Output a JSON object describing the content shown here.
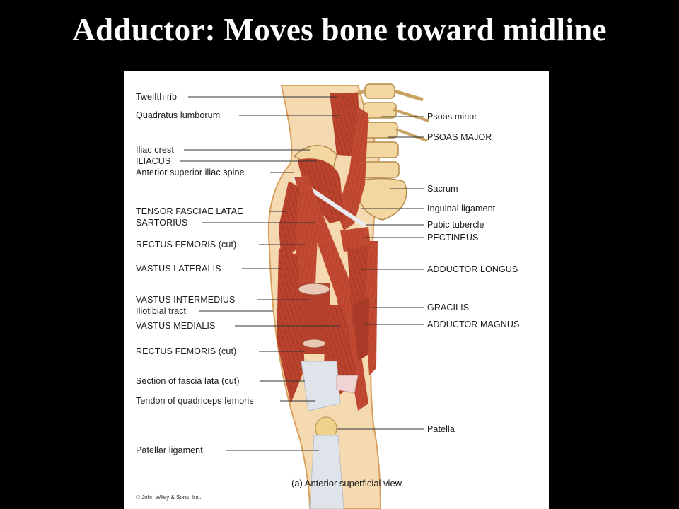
{
  "slide": {
    "title": "Adductor:  Moves bone toward midline"
  },
  "figure": {
    "caption": "(a) Anterior superficial view",
    "copyright": "© John Wiley & Sons, Inc.",
    "labels_left": [
      "Twelfth rib",
      "Quadratus lumborum",
      "Iliac crest",
      "ILIACUS",
      "Anterior superior iliac spine",
      "TENSOR FASCIAE LATAE",
      "SARTORIUS",
      "RECTUS FEMORIS (cut)",
      "VASTUS LATERALIS",
      "VASTUS INTERMEDIUS",
      "Iliotibial tract",
      "VASTUS MEDIALIS",
      "RECTUS FEMORIS (cut)",
      "Section of fascia lata (cut)",
      "Tendon of quadriceps femoris",
      "Patellar ligament"
    ],
    "labels_right": [
      "Psoas minor",
      "PSOAS MAJOR",
      "Sacrum",
      "Inguinal ligament",
      "Pubic tubercle",
      "PECTINEUS",
      "ADDUCTOR LONGUS",
      "GRACILIS",
      "ADDUCTOR MAGNUS",
      "Patella"
    ],
    "colors": {
      "muscle": "#c24a32",
      "muscle_dark": "#9b3322",
      "bone": "#f2d7a0",
      "tendon": "#dfe3ea",
      "skin": "#f5d9b0",
      "leader": "#333333"
    }
  }
}
